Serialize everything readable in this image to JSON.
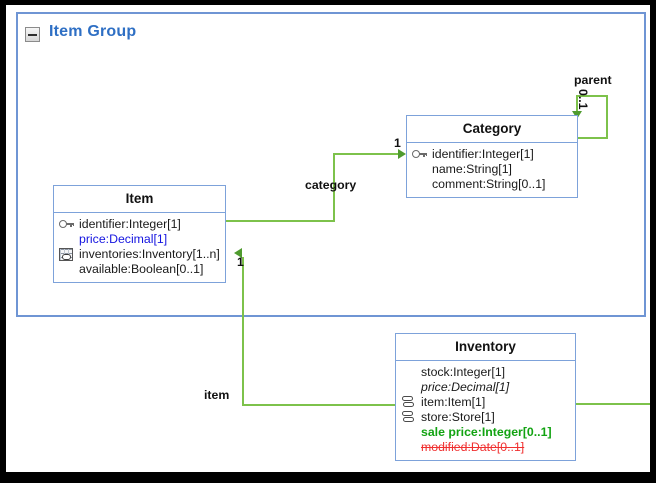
{
  "package": {
    "title": "Item Group",
    "collapse_icon": "minus-box-icon",
    "border_color": "#6f95d4",
    "title_color": "#2e6fc4"
  },
  "colors": {
    "class_border": "#7da2da",
    "connector": "#7dc24b",
    "added_attr": "#12a312",
    "removed_attr": "#f03030",
    "changed_attr": "#1414e0",
    "canvas": "#ffffff"
  },
  "classes": [
    {
      "id": "item",
      "name": "Item",
      "attributes": [
        {
          "icon": "key-icon",
          "text": "identifier:Integer[1]",
          "style": "normal"
        },
        {
          "icon": "none",
          "text": "price:Decimal[1]",
          "style": "blue"
        },
        {
          "icon": "grid-icon",
          "text": "inventories:Inventory[1..n]",
          "style": "normal"
        },
        {
          "icon": "none",
          "text": "available:Boolean[0..1]",
          "style": "normal"
        }
      ]
    },
    {
      "id": "category",
      "name": "Category",
      "attributes": [
        {
          "icon": "key-icon",
          "text": "identifier:Integer[1]",
          "style": "normal"
        },
        {
          "icon": "none",
          "text": "name:String[1]",
          "style": "normal"
        },
        {
          "icon": "none",
          "text": "comment:String[0..1]",
          "style": "normal"
        }
      ]
    },
    {
      "id": "inventory",
      "name": "Inventory",
      "attributes": [
        {
          "icon": "none",
          "text": "stock:Integer[1]",
          "style": "normal"
        },
        {
          "icon": "none",
          "text": "price:Decimal[1]",
          "style": "italic"
        },
        {
          "icon": "link-icon",
          "text": "item:Item[1]",
          "style": "normal"
        },
        {
          "icon": "link-icon",
          "text": "store:Store[1]",
          "style": "normal"
        },
        {
          "icon": "none",
          "text": "sale price:Integer[0..1]",
          "style": "green"
        },
        {
          "icon": "none",
          "text": "modified:Date[0..1]",
          "style": "red"
        }
      ]
    }
  ],
  "associations": [
    {
      "id": "category",
      "label": "category",
      "multiplicity": "1"
    },
    {
      "id": "parent",
      "label": "parent",
      "multiplicity": "0..1"
    },
    {
      "id": "item",
      "label": "item",
      "multiplicity": "1"
    }
  ]
}
